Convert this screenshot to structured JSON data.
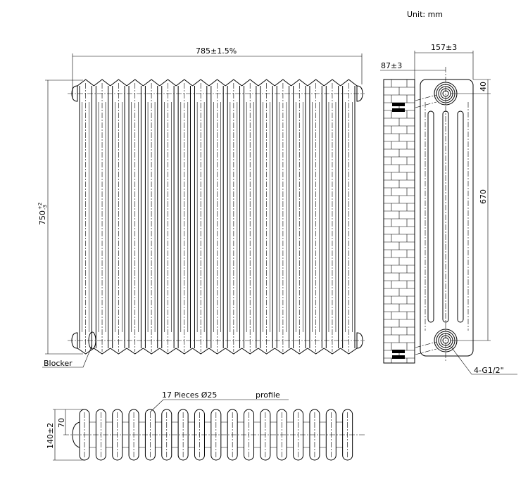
{
  "unit_label": "Unit: mm",
  "front_view": {
    "width_dim": "785±1.5%",
    "height_dim": "750",
    "height_tol_plus": "+2",
    "height_tol_minus": "-3",
    "blocker_label": "Blocker"
  },
  "side_view": {
    "depth_dim": "157±3",
    "wall_dim": "87±3",
    "top_offset_dim": "40",
    "centers_dim": "670",
    "connection_label": "4-G1/2\""
  },
  "plan_view": {
    "depth_dim": "140±2",
    "half_depth_dim": "70",
    "pieces_label": "17 Pieces Ø25",
    "profile_label": "profile",
    "section_count": 17
  },
  "colors": {
    "line": "#000000",
    "background": "#ffffff"
  }
}
